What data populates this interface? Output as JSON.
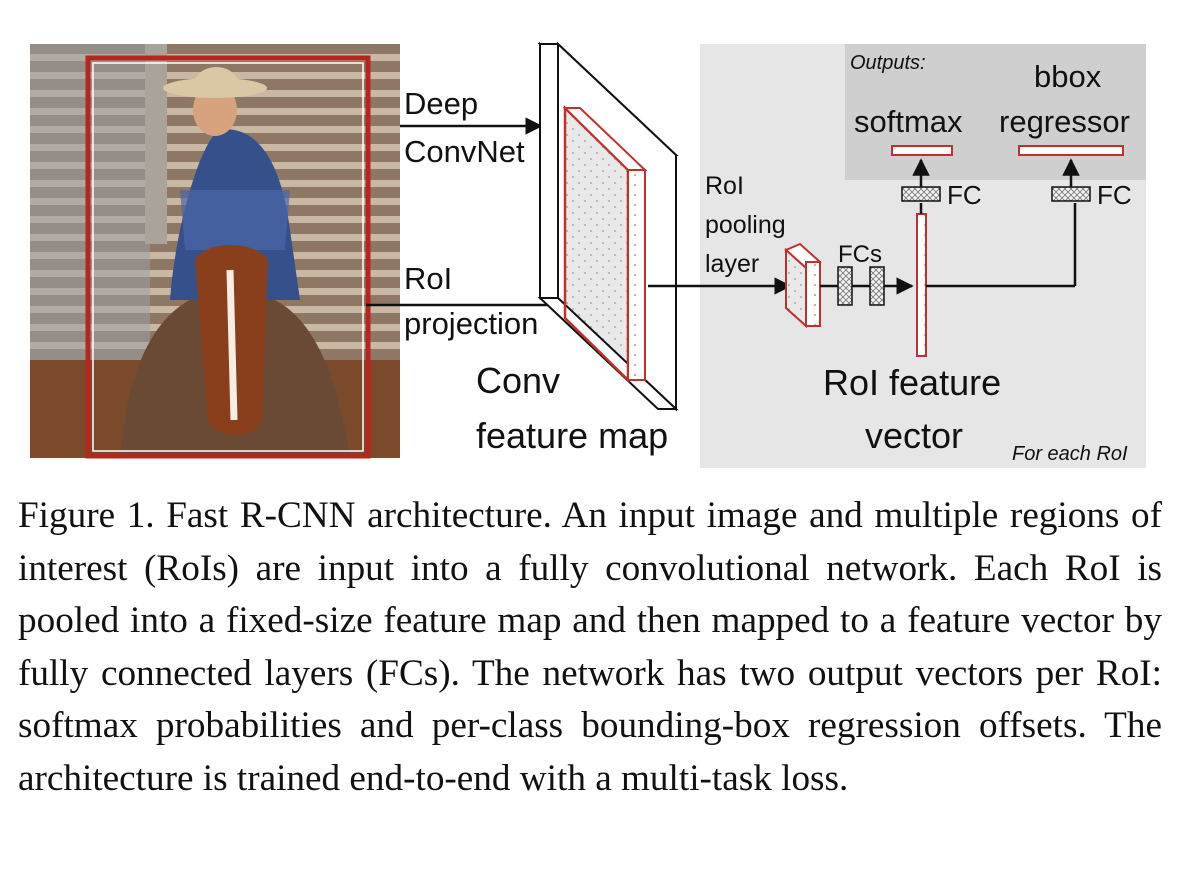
{
  "diagram": {
    "input_image": {
      "description_icon": "cowgirl-on-horse-photo",
      "roi_box_color": "#b5261f"
    },
    "labels": {
      "deep_convnet": [
        "Deep",
        "ConvNet"
      ],
      "roi_projection": [
        "RoI",
        "projection"
      ],
      "conv_feature_map": [
        "Conv",
        "feature map"
      ],
      "roi_pooling_layer": [
        "RoI",
        "pooling",
        "layer"
      ],
      "fcs": "FCs",
      "roi_feature_vector": [
        "RoI feature",
        "vector"
      ],
      "fc_softmax": "FC",
      "fc_bbox": "FC",
      "outputs_title": "Outputs:",
      "softmax": "softmax",
      "bbox_regressor": [
        "bbox",
        "regressor"
      ],
      "for_each_roi": "For each RoI"
    },
    "colors": {
      "feature_red": "#c0312b",
      "panel_gray": "#e6e6e6",
      "outputs_gray": "#cfcfcf"
    }
  },
  "caption": "Figure 1. Fast R-CNN architecture.  An input image and multiple regions of interest (RoIs) are input into a fully convolutional network.  Each RoI is pooled into a fixed-size feature map and then mapped to a feature vector by fully connected layers (FCs). The network has two output vectors per RoI: softmax probabilities and per-class bounding-box regression offsets. The architecture is trained end-to-end with a multi-task loss."
}
